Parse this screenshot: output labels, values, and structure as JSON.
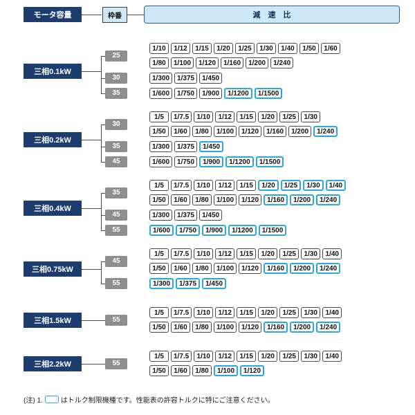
{
  "header": {
    "motor_capacity_label": "モータ容量",
    "frame_label": "枠番",
    "ratio_label": "減　速　比"
  },
  "note": {
    "prefix": "(注) 1.",
    "suffix": "はトルク制限機種です。性能表の許容トルクに特にご注意ください。"
  },
  "colors": {
    "navy": "#1c3d6e",
    "lightblue": "#cfe8f8",
    "gray": "#8e8e8e",
    "line": "#4a4a4a",
    "chipborder": "#4a4a4a",
    "limited": "#29a8e0",
    "headborder": "#2f5d8a"
  },
  "sections": [
    {
      "motor": "三相0.1kW",
      "frames": [
        {
          "frame": "25",
          "rows": [
            [
              "1/10",
              "1/12",
              "1/15",
              "1/20",
              "1/25",
              "1/30",
              "1/40",
              "1/50",
              "1/60"
            ],
            [
              "1/80",
              "1/100",
              "1/120",
              "1/160",
              "1/200",
              "1/240"
            ]
          ],
          "limited": []
        },
        {
          "frame": "30",
          "rows": [
            [
              "1/300",
              "1/375",
              "1/450"
            ]
          ],
          "limited": []
        },
        {
          "frame": "35",
          "rows": [
            [
              "1/600",
              "1/750",
              "1/900",
              "1/1200",
              "1/1500"
            ]
          ],
          "limited": [
            "1/1200",
            "1/1500"
          ]
        }
      ]
    },
    {
      "motor": "三相0.2kW",
      "frames": [
        {
          "frame": "30",
          "rows": [
            [
              "1/5",
              "1/7.5",
              "1/10",
              "1/12",
              "1/15",
              "1/20",
              "1/25",
              "1/30"
            ],
            [
              "1/50",
              "1/60",
              "1/80",
              "1/100",
              "1/120",
              "1/160",
              "1/200",
              "1/240"
            ]
          ],
          "limited": [
            "1/240"
          ]
        },
        {
          "frame": "35",
          "rows": [
            [
              "1/300",
              "1/375",
              "1/450"
            ]
          ],
          "limited": [
            "1/450"
          ]
        },
        {
          "frame": "45",
          "rows": [
            [
              "1/600",
              "1/750",
              "1/900",
              "1/1200",
              "1/1500"
            ]
          ],
          "limited": [
            "1/900",
            "1/1200",
            "1/1500"
          ]
        }
      ]
    },
    {
      "motor": "三相0.4kW",
      "frames": [
        {
          "frame": "35",
          "rows": [
            [
              "1/5",
              "1/7.5",
              "1/10",
              "1/12",
              "1/15",
              "1/20",
              "1/25",
              "1/30",
              "1/40"
            ],
            [
              "1/50",
              "1/60",
              "1/80",
              "1/100",
              "1/120",
              "1/160",
              "1/200",
              "1/240"
            ]
          ],
          "limited": [
            "1/20",
            "1/25",
            "1/30",
            "1/40",
            "1/160",
            "1/200",
            "1/240"
          ]
        },
        {
          "frame": "45",
          "rows": [
            [
              "1/300",
              "1/375",
              "1/450"
            ]
          ],
          "limited": []
        },
        {
          "frame": "55",
          "rows": [
            [
              "1/600",
              "1/750",
              "1/900",
              "1/1200",
              "1/1500"
            ]
          ],
          "limited": [
            "1/600",
            "1/750",
            "1/900",
            "1/1200",
            "1/1500"
          ]
        }
      ]
    },
    {
      "motor": "三相0.75kW",
      "frames": [
        {
          "frame": "45",
          "rows": [
            [
              "1/5",
              "1/7.5",
              "1/10",
              "1/12",
              "1/15",
              "1/20",
              "1/25",
              "1/30",
              "1/40"
            ],
            [
              "1/50",
              "1/60",
              "1/80",
              "1/100",
              "1/120",
              "1/160",
              "1/200",
              "1/240"
            ]
          ],
          "limited": [
            "1/160",
            "1/200",
            "1/240"
          ]
        },
        {
          "frame": "55",
          "rows": [
            [
              "1/300",
              "1/375",
              "1/450"
            ]
          ],
          "limited": [
            "1/300",
            "1/375",
            "1/450"
          ]
        }
      ]
    },
    {
      "motor": "三相1.5kW",
      "frames": [
        {
          "frame": "55",
          "rows": [
            [
              "1/5",
              "1/7.5",
              "1/10",
              "1/12",
              "1/15",
              "1/20",
              "1/25",
              "1/30",
              "1/40"
            ],
            [
              "1/50",
              "1/60",
              "1/80",
              "1/100",
              "1/120",
              "1/160",
              "1/200",
              "1/240"
            ]
          ],
          "limited": [
            "1/160",
            "1/200",
            "1/240"
          ]
        }
      ]
    },
    {
      "motor": "三相2.2kW",
      "frames": [
        {
          "frame": "55",
          "rows": [
            [
              "1/5",
              "1/7.5",
              "1/10",
              "1/12",
              "1/15",
              "1/20",
              "1/25",
              "1/30",
              "1/40"
            ],
            [
              "1/50",
              "1/60",
              "1/80",
              "1/100",
              "1/120"
            ]
          ],
          "limited": [
            "1/100",
            "1/120"
          ]
        }
      ]
    }
  ]
}
